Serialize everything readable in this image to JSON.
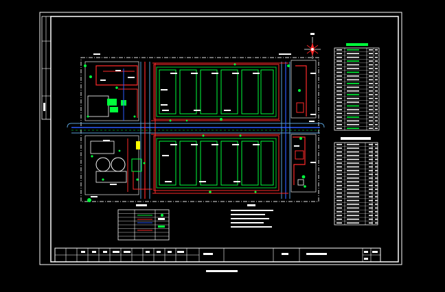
{
  "colors": {
    "background": "#000000",
    "frame": "#ffffff",
    "road": "#5aa0d8",
    "water_main": "#ff2a2a",
    "drain": "#2b5cff",
    "tank_outline": "#00ff3c",
    "tree": "#00ff3c",
    "highlight": "#ffff00"
  },
  "icons": {
    "north_arrow": "compass-star-icon",
    "tree": "circle-tree-icon",
    "well": "manhole-circle-icon"
  },
  "layout_counts": {
    "tanks_per_row": 6,
    "tank_rows": 2,
    "legend_rows": 8,
    "table_top_rows": 22,
    "table_bottom_rows": 22
  }
}
